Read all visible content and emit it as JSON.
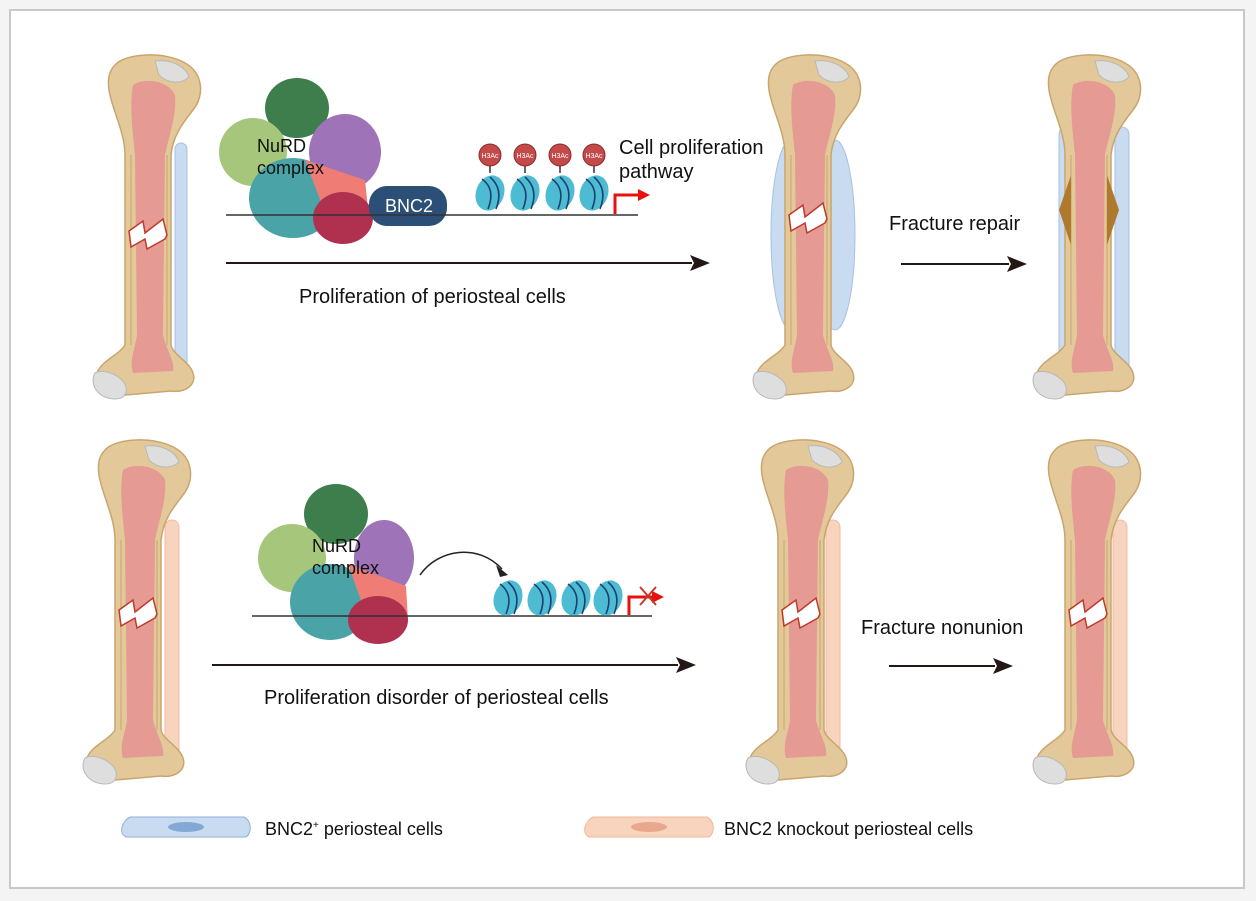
{
  "top_row": {
    "complex_label_line1": "NuRD",
    "complex_label_line2": "complex",
    "bnc2_label": "BNC2",
    "histone_mark": "H3Ac",
    "pathway_line1": "Cell proliferation",
    "pathway_line2": "pathway",
    "arrow_caption": "Proliferation of periosteal cells",
    "outcome_caption": "Fracture repair"
  },
  "bottom_row": {
    "complex_label_line1": "NuRD",
    "complex_label_line2": "complex",
    "arrow_caption": "Proliferation disorder of periosteal cells",
    "outcome_caption": "Fracture nonunion"
  },
  "legend": {
    "item1_label_prefix": "BNC2",
    "item1_label_sup": "+",
    "item1_label_suffix": " periosteal cells",
    "item2_label": "BNC2 knockout periosteal cells"
  },
  "colors": {
    "bnc2_positive_cell": "#c8dbf0",
    "bnc2_knockout_cell": "#f8d3bd",
    "bone": "#e3c99a",
    "marrow": "#e59a93",
    "fracture": "#c0392b",
    "promoter_arrow": "#e8120c",
    "callus": "#b07a2e"
  }
}
